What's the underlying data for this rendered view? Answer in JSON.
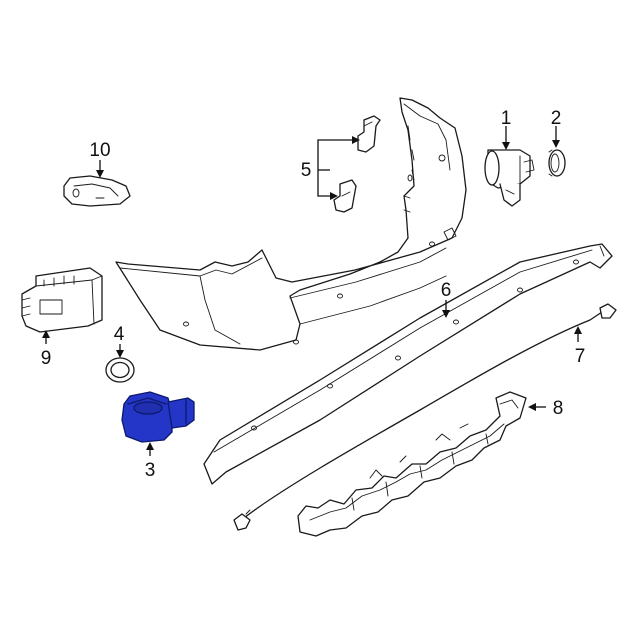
{
  "diagram": {
    "callouts": [
      {
        "id": "1",
        "label": "1"
      },
      {
        "id": "2",
        "label": "2"
      },
      {
        "id": "3",
        "label": "3"
      },
      {
        "id": "4",
        "label": "4"
      },
      {
        "id": "5",
        "label": "5"
      },
      {
        "id": "6",
        "label": "6"
      },
      {
        "id": "7",
        "label": "7"
      },
      {
        "id": "8",
        "label": "8"
      },
      {
        "id": "9",
        "label": "9"
      },
      {
        "id": "10",
        "label": "10"
      }
    ],
    "highlight_color": "#2436c8",
    "line_color": "#1a1a1a"
  }
}
